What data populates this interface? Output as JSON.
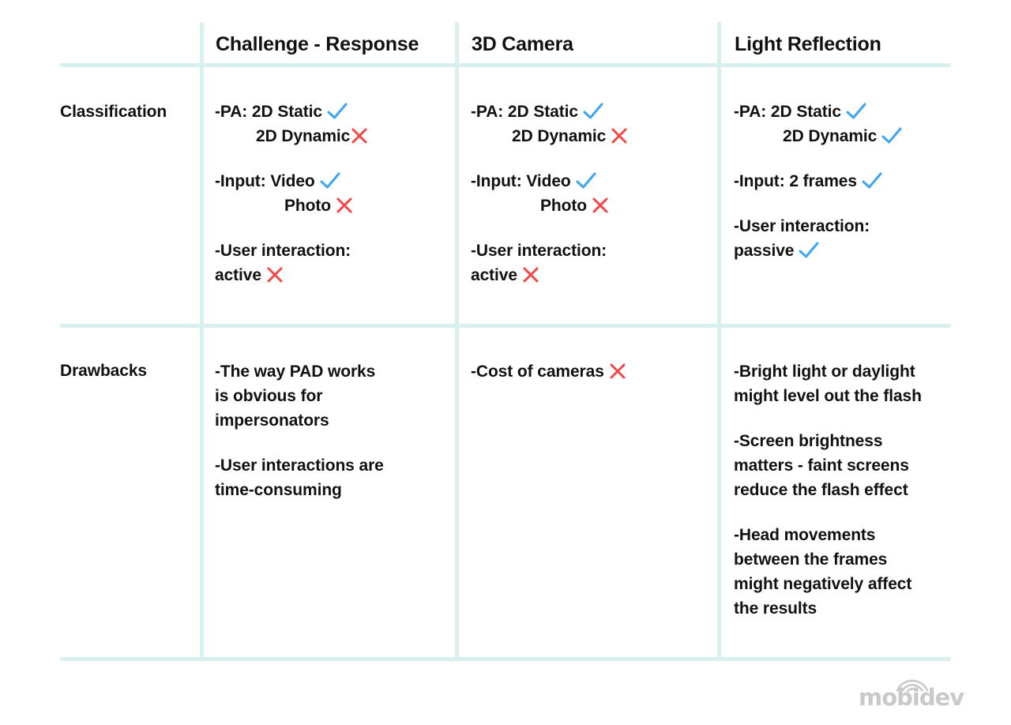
{
  "theme": {
    "background": "#ffffff",
    "grid_line": "#d9f0f0",
    "text": "#111111",
    "check_color": "#3da5f4",
    "cross_color": "#f24747",
    "logo_color": "#c9c9c9"
  },
  "table": {
    "corner_label": "",
    "column_headers": [
      "Challenge - Response",
      "3D Camera",
      "Light Reflection"
    ],
    "row_labels": [
      "Classification",
      "Drawbacks"
    ],
    "rows": [
      {
        "label": "Classification",
        "cells": [
          {
            "blocks": [
              {
                "lines": [
                  {
                    "text": "-PA: 2D Static",
                    "mark": "check",
                    "indent": 0
                  },
                  {
                    "text": "2D Dynamic",
                    "mark": "cross",
                    "indent": 1,
                    "tight": true
                  }
                ]
              },
              {
                "lines": [
                  {
                    "text": "-Input: Video",
                    "mark": "check",
                    "indent": 0
                  },
                  {
                    "text": "Photo",
                    "mark": "cross",
                    "indent": 2
                  }
                ]
              },
              {
                "lines": [
                  {
                    "text": "-User interaction:",
                    "mark": "none",
                    "indent": 0
                  },
                  {
                    "text": "active",
                    "mark": "cross",
                    "indent": 0
                  }
                ]
              }
            ]
          },
          {
            "blocks": [
              {
                "lines": [
                  {
                    "text": "-PA: 2D Static",
                    "mark": "check",
                    "indent": 0
                  },
                  {
                    "text": "2D Dynamic",
                    "mark": "cross",
                    "indent": 1
                  }
                ]
              },
              {
                "lines": [
                  {
                    "text": "-Input: Video",
                    "mark": "check",
                    "indent": 0
                  },
                  {
                    "text": "Photo",
                    "mark": "cross",
                    "indent": 2
                  }
                ]
              },
              {
                "lines": [
                  {
                    "text": "-User interaction:",
                    "mark": "none",
                    "indent": 0
                  },
                  {
                    "text": "active",
                    "mark": "cross",
                    "indent": 0
                  }
                ]
              }
            ]
          },
          {
            "blocks": [
              {
                "lines": [
                  {
                    "text": "-PA: 2D Static",
                    "mark": "check",
                    "indent": 0
                  },
                  {
                    "text": "2D Dynamic",
                    "mark": "check",
                    "indent": 3
                  }
                ]
              },
              {
                "lines": [
                  {
                    "text": "-Input: 2 frames",
                    "mark": "check",
                    "indent": 0
                  }
                ]
              },
              {
                "lines": [
                  {
                    "text": "-User interaction:",
                    "mark": "none",
                    "indent": 0
                  },
                  {
                    "text": "passive",
                    "mark": "check",
                    "indent": 0
                  }
                ]
              }
            ]
          }
        ]
      },
      {
        "label": "Drawbacks",
        "cells": [
          {
            "blocks": [
              {
                "lines": [
                  {
                    "text": "-The way PAD works",
                    "mark": "none",
                    "indent": 0
                  },
                  {
                    "text": "is obvious for",
                    "mark": "none",
                    "indent": 0
                  },
                  {
                    "text": "impersonators",
                    "mark": "none",
                    "indent": 0
                  }
                ]
              },
              {
                "lines": [
                  {
                    "text": "-User interactions are",
                    "mark": "none",
                    "indent": 0
                  },
                  {
                    "text": "time-consuming",
                    "mark": "none",
                    "indent": 0
                  }
                ]
              }
            ]
          },
          {
            "blocks": [
              {
                "lines": [
                  {
                    "text": "-Cost of cameras",
                    "mark": "cross",
                    "indent": 0
                  }
                ]
              }
            ]
          },
          {
            "blocks": [
              {
                "lines": [
                  {
                    "text": "-Bright light or daylight",
                    "mark": "none",
                    "indent": 0
                  },
                  {
                    "text": "might level out the flash",
                    "mark": "none",
                    "indent": 0
                  }
                ]
              },
              {
                "lines": [
                  {
                    "text": "-Screen brightness",
                    "mark": "none",
                    "indent": 0
                  },
                  {
                    "text": "matters - faint screens",
                    "mark": "none",
                    "indent": 0
                  },
                  {
                    "text": "reduce the flash effect",
                    "mark": "none",
                    "indent": 0
                  }
                ]
              },
              {
                "lines": [
                  {
                    "text": "-Head movements",
                    "mark": "none",
                    "indent": 0
                  },
                  {
                    "text": "between the frames",
                    "mark": "none",
                    "indent": 0
                  },
                  {
                    "text": "might negatively affect",
                    "mark": "none",
                    "indent": 0
                  },
                  {
                    "text": "the results",
                    "mark": "none",
                    "indent": 0
                  }
                ]
              }
            ]
          }
        ]
      }
    ]
  },
  "logo": {
    "wordmark": "mobidev",
    "icon": "signal-arc-icon"
  }
}
